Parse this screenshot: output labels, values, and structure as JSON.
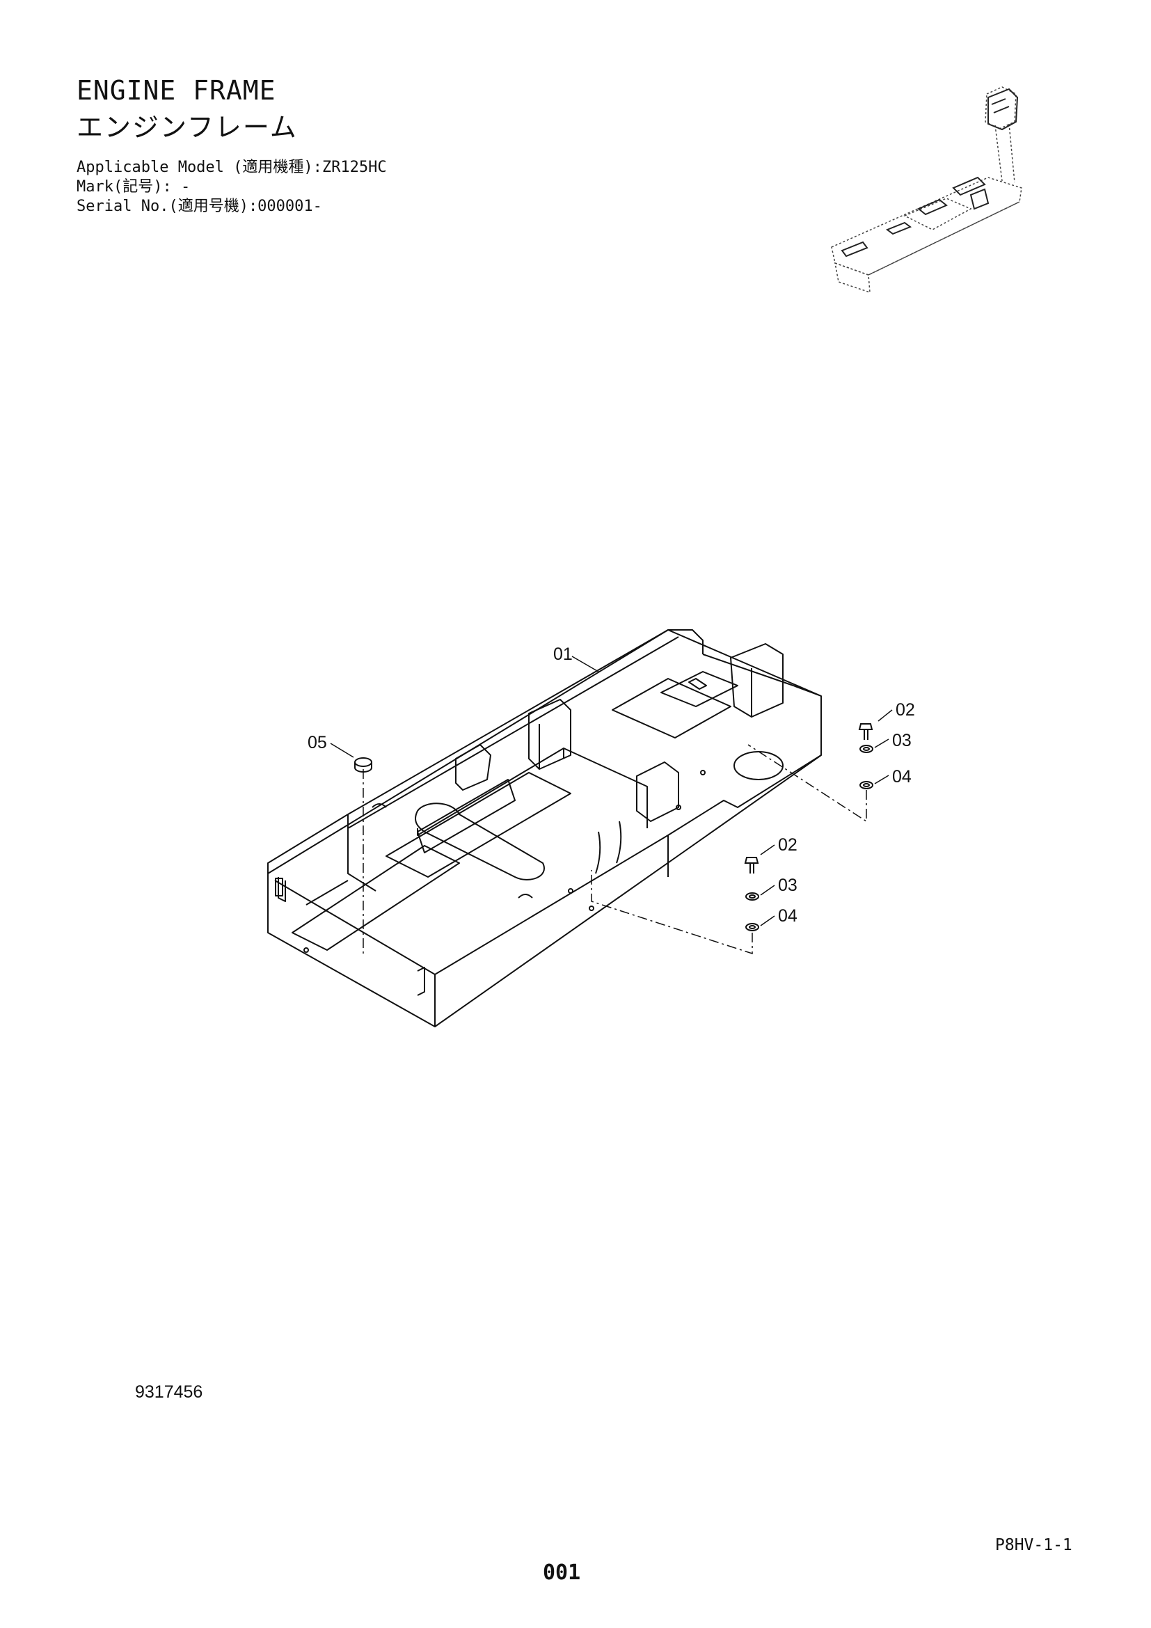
{
  "header": {
    "title_en": "ENGINE FRAME",
    "title_jp": "エンジンフレーム",
    "applicable_model": "Applicable Model (適用機種):ZR125HC",
    "mark": "Mark(記号): -",
    "serial_no": "Serial No.(適用号機):000001-"
  },
  "callouts": {
    "c01": "01",
    "c02a": "02",
    "c03a": "03",
    "c04a": "04",
    "c02b": "02",
    "c03b": "03",
    "c04b": "04",
    "c05": "05"
  },
  "footer": {
    "drawing_number": "9317456",
    "page_code": "P8HV-1-1",
    "page_number": "001"
  }
}
